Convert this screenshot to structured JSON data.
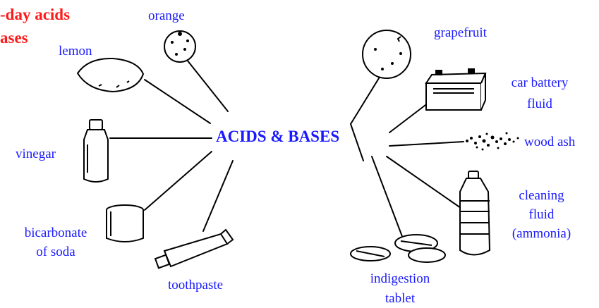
{
  "title": {
    "line1": "-day acids",
    "line2": "ases"
  },
  "center_label": "ACIDS & BASES",
  "items": {
    "lemon": "lemon",
    "orange": "orange",
    "vinegar": "vinegar",
    "bicarbonate_line1": "bicarbonate",
    "bicarbonate_line2": "of soda",
    "toothpaste": "toothpaste",
    "grapefruit": "grapefruit",
    "car_battery_line1": "car battery",
    "car_battery_line2": "fluid",
    "wood_ash": "wood ash",
    "cleaning_line1": "cleaning",
    "cleaning_line2": "fluid",
    "cleaning_line3": "(ammonia)",
    "indigestion_line1": "indigestion",
    "indigestion_line2": "tablet"
  },
  "colors": {
    "label": "#1a1aff",
    "title": "#ff1a1a",
    "drawing": "#000000"
  }
}
